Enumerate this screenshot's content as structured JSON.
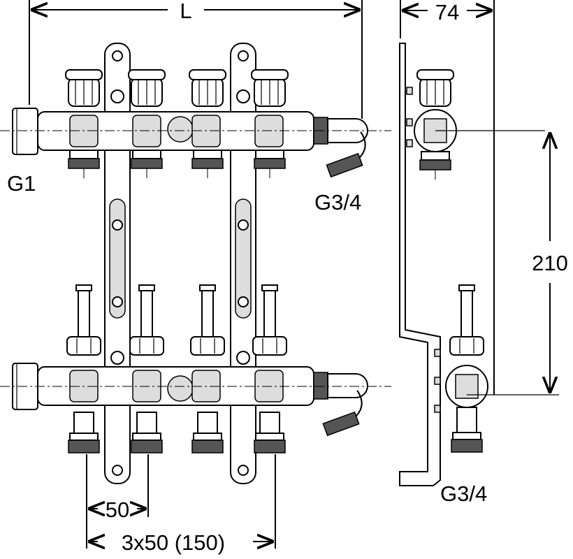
{
  "dimensions": {
    "length_label": "L",
    "depth_label": "74",
    "height_label": "210",
    "spacing_label": "50",
    "total_spacing_label": "3x50 (150)"
  },
  "connections": {
    "inlet_thread": "G1",
    "end_thread": "G3/4",
    "outlet_thread": "G3/4"
  }
}
